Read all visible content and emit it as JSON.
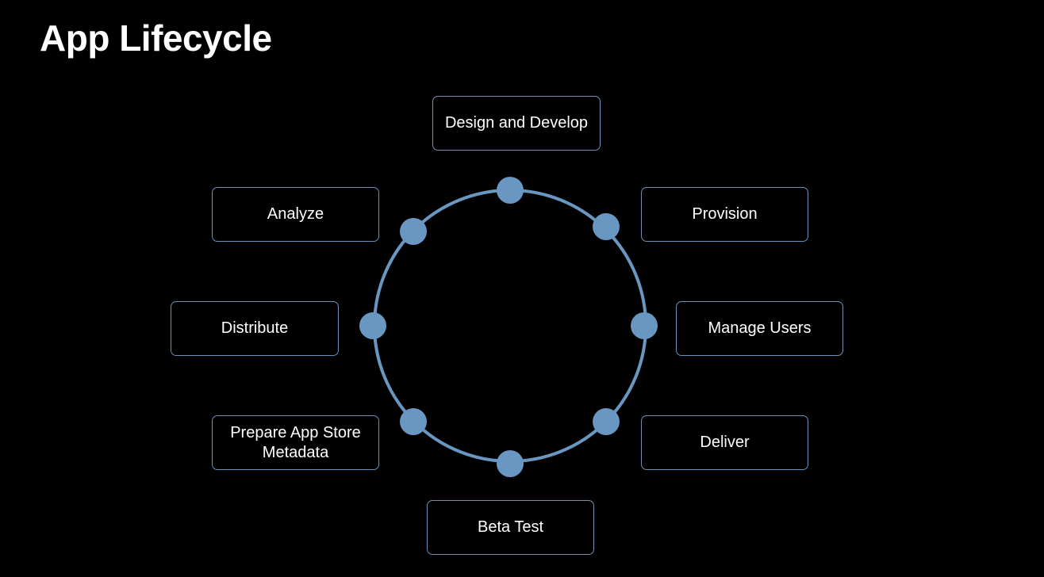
{
  "slide": {
    "title": "App Lifecycle"
  },
  "colors": {
    "background": "#000000",
    "ring": "#6a97c1",
    "node": "#6a97c1",
    "box_border": "#6e8fb4",
    "text": "#ffffff"
  },
  "stages": [
    {
      "id": "design-and-develop",
      "label": "Design and Develop"
    },
    {
      "id": "provision",
      "label": "Provision"
    },
    {
      "id": "manage-users",
      "label": "Manage Users"
    },
    {
      "id": "deliver",
      "label": "Deliver"
    },
    {
      "id": "beta-test",
      "label": "Beta Test"
    },
    {
      "id": "prepare-app-store-metadata",
      "label": "Prepare App Store\nMetadata"
    },
    {
      "id": "distribute",
      "label": "Distribute"
    },
    {
      "id": "analyze",
      "label": "Analyze"
    }
  ]
}
